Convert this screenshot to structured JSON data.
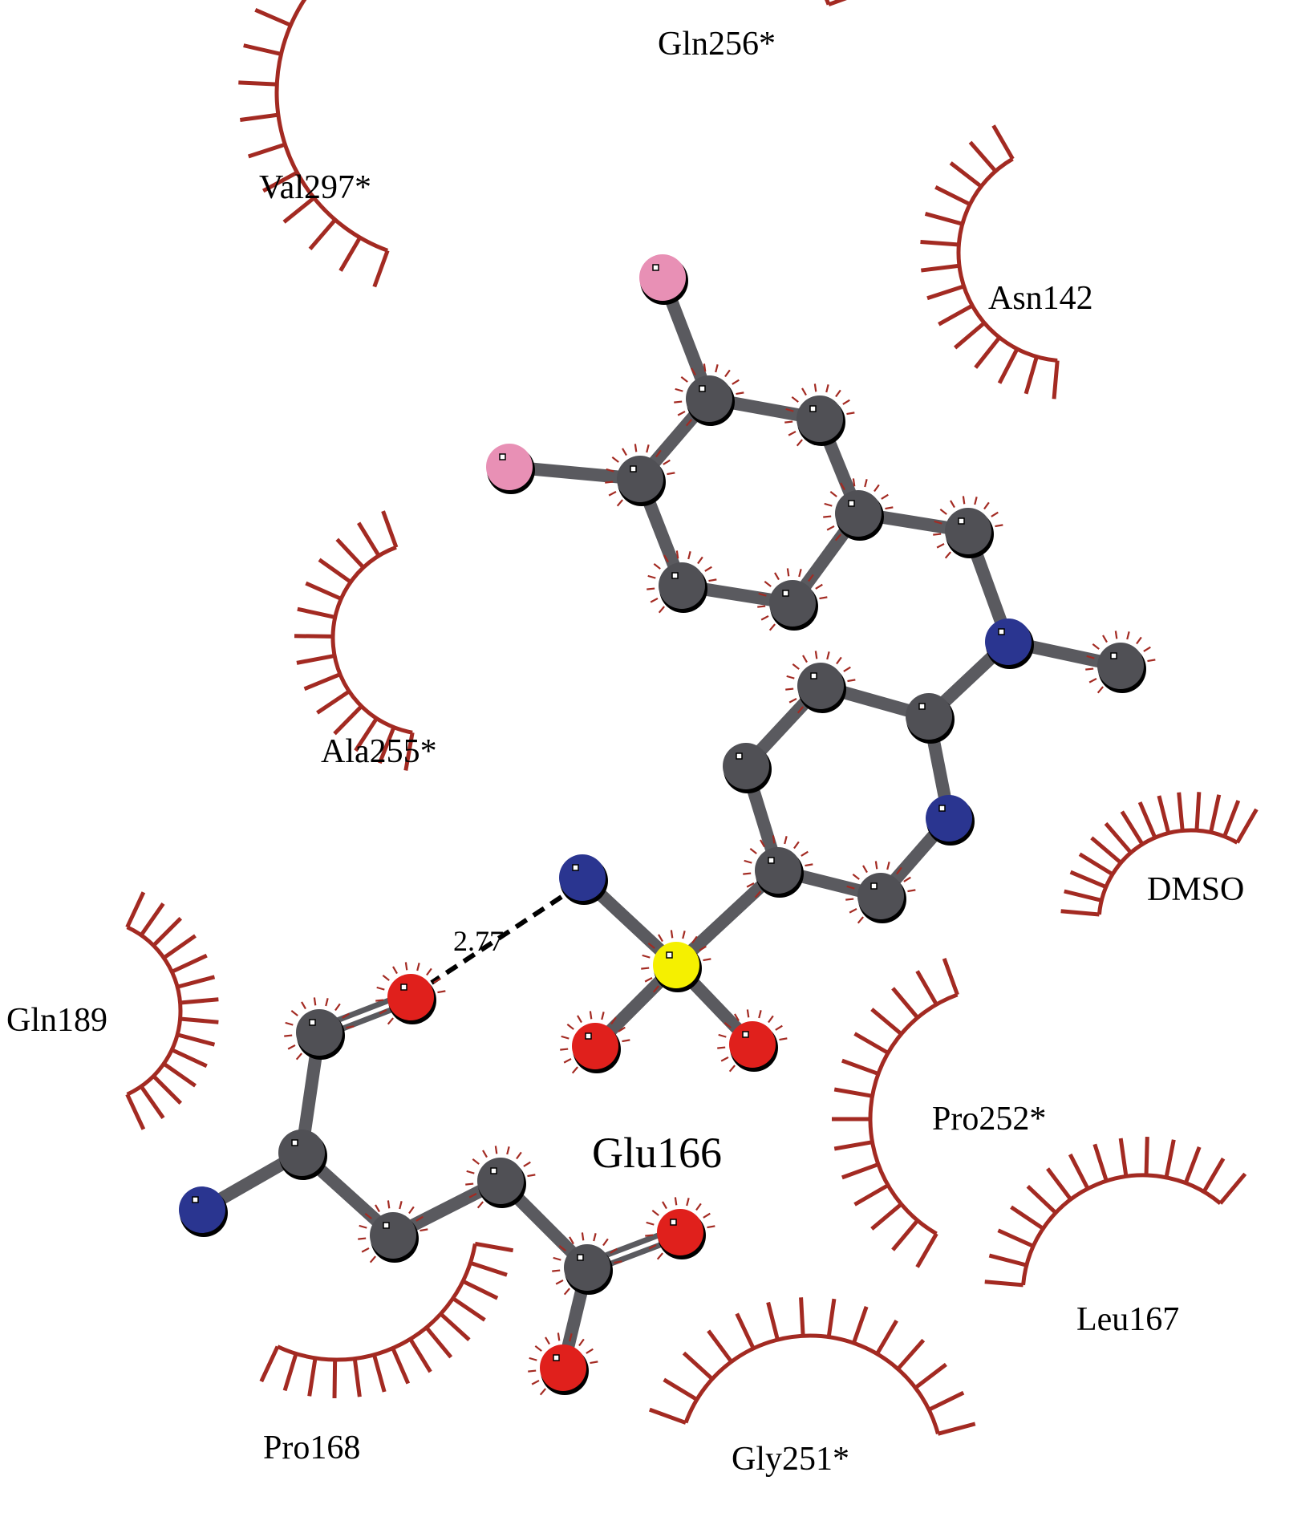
{
  "colors": {
    "carbon": "#505055",
    "nitrogen": "#2a3590",
    "oxygen": "#e0201c",
    "sulfur": "#f5f000",
    "fluorine": "#e890b5",
    "bond": "#5a5a5f",
    "hydrophobic": "#a32a22",
    "hbond": "#000000"
  },
  "labels": {
    "gln256": "Gln256*",
    "val297": "Val297*",
    "asn142": "Asn142",
    "ala255": "Ala255*",
    "dmso": "DMSO",
    "gln189": "Gln189",
    "pro252": "Pro252*",
    "glu166": "Glu166",
    "leu167": "Leu167",
    "pro168": "Pro168",
    "gly251": "Gly251*",
    "hbond_distance": "2.77"
  }
}
